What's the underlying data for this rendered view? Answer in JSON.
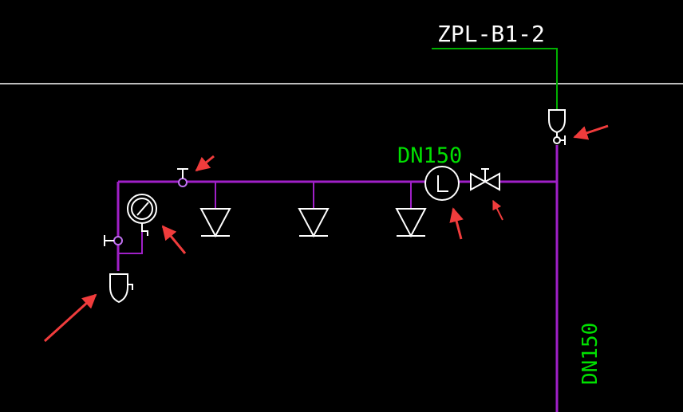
{
  "labels": {
    "riser_id": "ZPL-B1-2",
    "pipe_size_horizontal": "DN150",
    "pipe_size_vertical": "DN150"
  },
  "colors": {
    "background": "#000000",
    "main_pipe": "#a020c8",
    "green_pipe": "#00b000",
    "symbol": "#ffffff",
    "text_white": "#ffffff",
    "text_green": "#00e000",
    "arrow": "#f03c3c",
    "grid_line": "#bdbdbd"
  },
  "icons": [
    "end-test-valve-icon",
    "pressure-gauge-icon",
    "sprinkler-head-icon",
    "flow-switch-icon",
    "gate-valve-icon",
    "exhaust-valve-icon",
    "red-arrow-icon"
  ]
}
